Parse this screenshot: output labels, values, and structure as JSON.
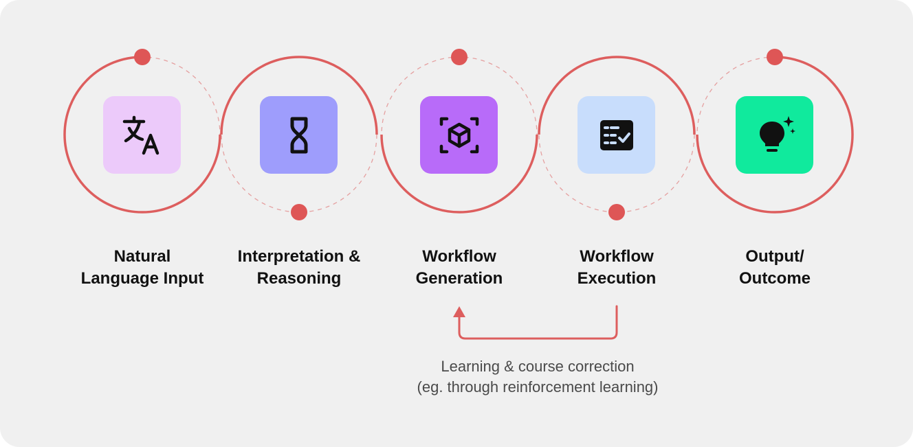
{
  "colors": {
    "background": "#f0f0f0",
    "ring": "#dd5e5e",
    "dot": "#de5656",
    "text": "#111111",
    "caption": "#4a4a4a"
  },
  "stages": [
    {
      "line1": "Natural",
      "line2": "Language Input",
      "icon": "translate-icon",
      "tile_color": "#eccafa"
    },
    {
      "line1": "Interpretation &",
      "line2": "Reasoning",
      "icon": "hourglass-icon",
      "tile_color": "#9e9dfc"
    },
    {
      "line1": "Workflow",
      "line2": "Generation",
      "icon": "cube-scan-icon",
      "tile_color": "#b86bf9"
    },
    {
      "line1": "Workflow",
      "line2": "Execution",
      "icon": "checklist-icon",
      "tile_color": "#c8ddfc"
    },
    {
      "line1": "Output/",
      "line2": "Outcome",
      "icon": "lightbulb-sparkle-icon",
      "tile_color": "#10ea9d"
    }
  ],
  "feedback": {
    "line1": "Learning & course correction",
    "line2": "(eg. through reinforcement learning)",
    "arrow_icon": "feedback-arrow-icon"
  }
}
